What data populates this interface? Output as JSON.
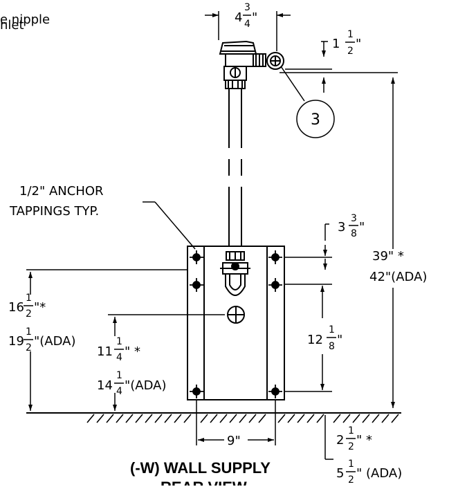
{
  "drawing": {
    "partial_lines": [
      "e nipple",
      "nlet"
    ],
    "title": "(-W) WALL SUPPLY",
    "title_cut": "REAR VIEW",
    "callout_number": "3",
    "anchor_note": [
      "1/2\" ANCHOR",
      "TAPPINGS TYP."
    ],
    "dims": {
      "top_width": {
        "whole": "4",
        "num": "3",
        "den": "4",
        "suffix": "\""
      },
      "inlet_offset": {
        "whole": "1",
        "num": "1",
        "den": "2",
        "suffix": "\""
      },
      "plate_top": {
        "whole": "3",
        "num": "3",
        "den": "8",
        "suffix": "\""
      },
      "anchor_spacing": {
        "whole": "12",
        "num": "1",
        "den": "8",
        "suffix": "\""
      },
      "height_std": "39\" *",
      "height_ada": "42\"(ADA)",
      "left_std": {
        "whole": "16",
        "num": "1",
        "den": "2",
        "suffix": "\"*"
      },
      "left_ada": {
        "whole": "19",
        "num": "1",
        "den": "2",
        "suffix": "\"(ADA)"
      },
      "mid_std": {
        "whole": "11",
        "num": "1",
        "den": "4",
        "suffix": "\" *"
      },
      "mid_ada": {
        "whole": "14",
        "num": "1",
        "den": "4",
        "suffix": "\"(ADA)"
      },
      "plate_width": "9\"",
      "below_std": {
        "whole": "2",
        "num": "1",
        "den": "2",
        "suffix": "\" *"
      },
      "below_ada": {
        "whole": "5",
        "num": "1",
        "den": "2",
        "suffix": "\" (ADA)"
      }
    }
  }
}
